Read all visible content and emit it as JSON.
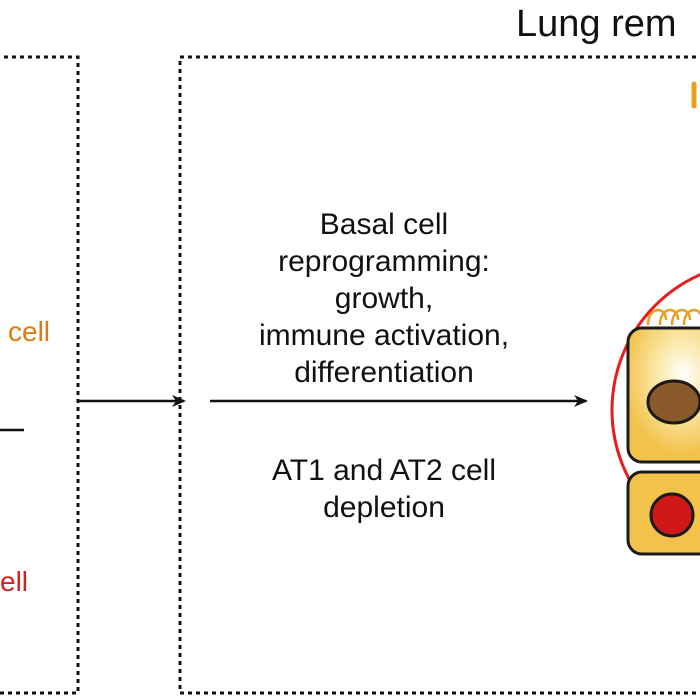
{
  "header": {
    "title": "Lung rem"
  },
  "left_panel": {
    "label_top": "cell",
    "label_bottom": "ell"
  },
  "center_panel": {
    "upper_lines": [
      "Basal cell",
      "reprogramming:",
      "growth,",
      "immune activation,",
      "differentiation"
    ],
    "lower_lines": [
      "AT1 and AT2 cell",
      "depletion"
    ]
  },
  "colors": {
    "orange_label": "#e07b12",
    "red_label": "#d42020",
    "cell_fill": "#f2c24a",
    "cell_outline": "#1a1a1a",
    "nucleus_brown": "#8b5a2b",
    "nucleus_red": "#d01818",
    "circle_red": "#e81c1c",
    "cilia_orange": "#e8a020"
  }
}
